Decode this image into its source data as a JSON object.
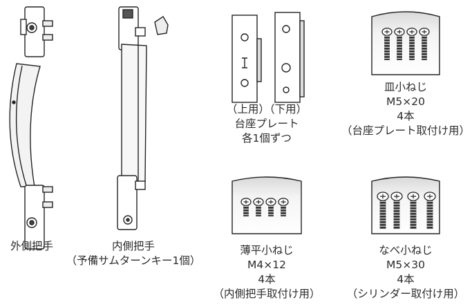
{
  "parts": {
    "outer_handle": {
      "name": "外側把手"
    },
    "inner_handle": {
      "name": "内側把手",
      "note": "（予備サムターンキー1個）"
    },
    "base_plate": {
      "labels": "（上用）（下用）",
      "name": "台座プレート",
      "qty": "各1個ずつ"
    },
    "flat_screw": {
      "name": "皿小ねじ",
      "size": "M5×20",
      "qty": "4本",
      "use": "（台座プレート取付け用）"
    },
    "thin_screw": {
      "name": "薄平小ねじ",
      "size": "M4×12",
      "qty": "4本",
      "use": "（内側把手取付け用）"
    },
    "pan_screw": {
      "name": "なべ小ねじ",
      "size": "M5×30",
      "qty": "4本",
      "use": "（シリンダー取付け用）"
    }
  }
}
